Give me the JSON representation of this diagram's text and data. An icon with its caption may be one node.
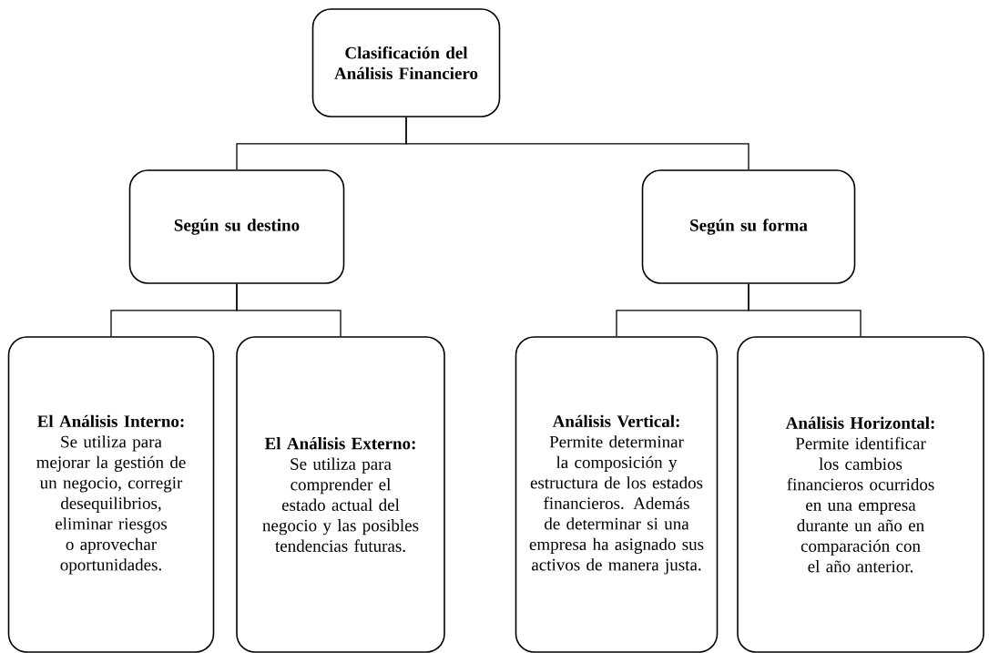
{
  "diagram": {
    "nodes": [
      {
        "text": [
          "Clasificación del Análisis Financiero"
        ]
      },
      {
        "text": [
          "Según su destino"
        ]
      },
      {
        "text": [
          "Según su forma"
        ]
      },
      {
        "text": [
          "**El Análisis Interno:** Se utiliza para mejorar la gestión de un negocio, corregir desequilibrios, eliminar riesgos o aprovechar oportunidades."
        ]
      },
      {
        "text": [
          "**El Análisis Externo:** Se utiliza para comprender el estado actual del negocio y las posibles tendencias futuras."
        ]
      },
      {
        "text": [
          "**Análisis Vertical:** Permite determinar la composición y estructura de los estados financieros. Además de determinar si una empresa ha asignado sus activos de manera justa."
        ]
      },
      {
        "text": [
          "**Análisis Horizontal:** Permite identificar los cambios financieros ocurridos en una empresa durante un año en comparación con el año anterior."
        ]
      }
    ],
    "edges": [
      {
        "from": 0,
        "to": 1,
        "arrow": "none"
      },
      {
        "from": 0,
        "to": 2,
        "arrow": "none"
      },
      {
        "from": 1,
        "to": 3,
        "arrow": "none"
      },
      {
        "from": 1,
        "to": 4,
        "arrow": "none"
      },
      {
        "from": 2,
        "to": 5,
        "arrow": "none"
      },
      {
        "from": 2,
        "to": 6,
        "arrow": "none"
      }
    ]
  }
}
